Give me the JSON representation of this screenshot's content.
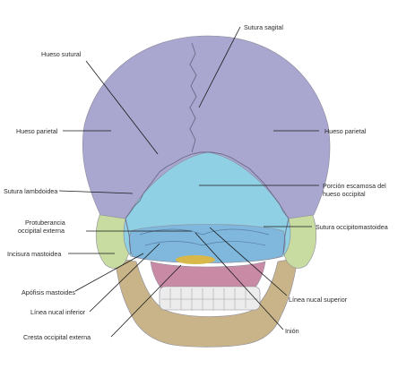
{
  "labels": {
    "sutura_sagital": "Sutura sagital",
    "hueso_sutural": "Hueso sutural",
    "hueso_parietal_izq": "Hueso parietal",
    "hueso_parietal_der": "Hueso parietal",
    "sutura_lambdoidea": "Sutura lambdoidea",
    "porcion_escamosa_1": "Porción escamosa del",
    "porcion_escamosa_2": "hueso occipital",
    "protuberancia_1": "Protuberancia",
    "protuberancia_2": "occipital externa",
    "sutura_occipitomastoidea": "Sutura occipitomastoidea",
    "incisura_mastoidea": "Incisura mastoidea",
    "apofisis_mastoides": "Apófisis mastoides",
    "linea_nucal_superior": "Línea nucal superior",
    "linea_nucal_inferior": "Línea nucal inferior",
    "inion": "Inión",
    "cresta_occipital_externa": "Cresta occipital externa"
  },
  "colors": {
    "parietal": "#a9a6cf",
    "occipital": "#8fd0e4",
    "occipital_lower": "#7fb8dc",
    "temporal": "#c8dba0",
    "mandible": "#c9b48a",
    "maxilla": "#c98aa6",
    "teeth": "#ececec",
    "background": "#ffffff"
  }
}
